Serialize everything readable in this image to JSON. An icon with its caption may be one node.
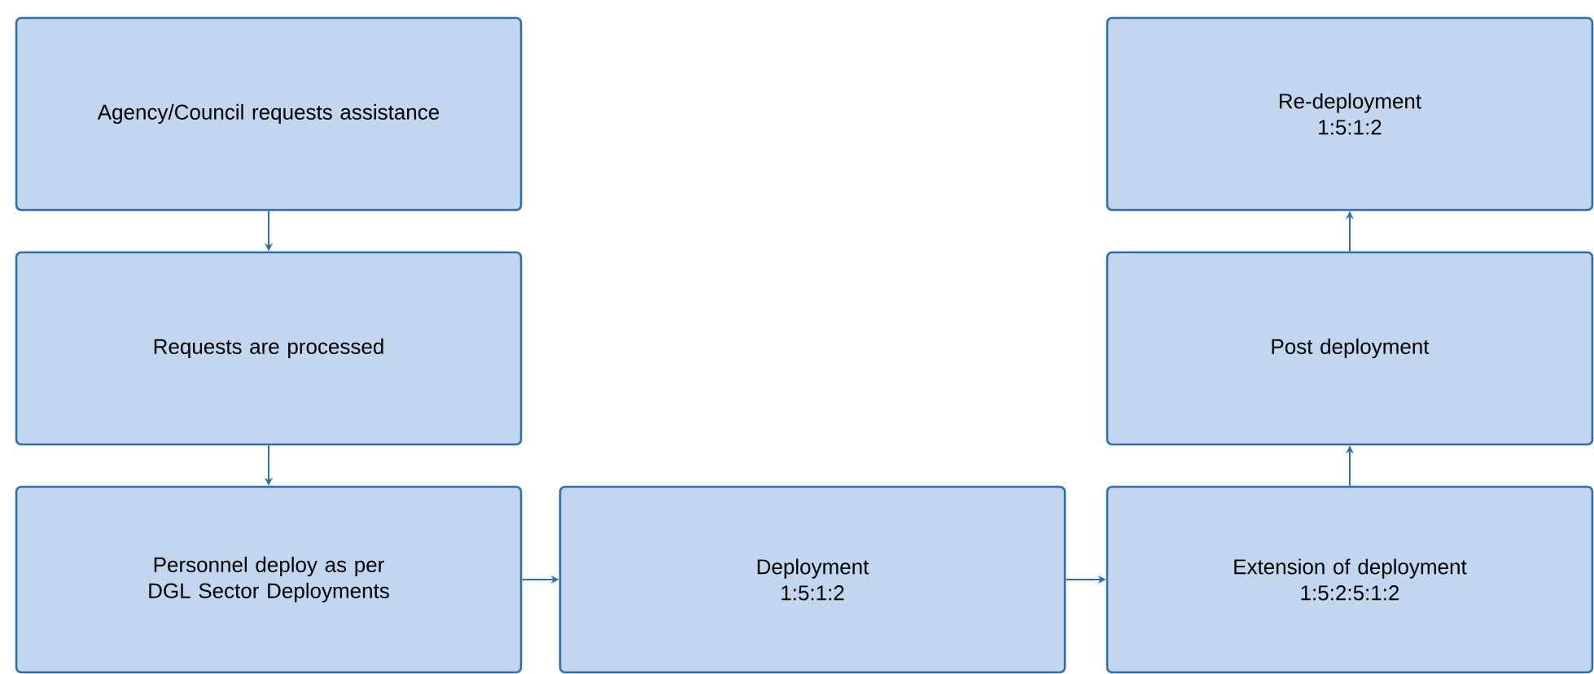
{
  "diagram": {
    "nodes": [
      {
        "text": [
          "Agency/Council requests assistance"
        ]
      },
      {
        "text": [
          "Requests are processed"
        ]
      },
      {
        "text": [
          "Personnel deploy as per DGL Sector Deployments"
        ]
      },
      {
        "text": [
          "Deployment",
          "1:5:1:2"
        ]
      },
      {
        "text": [
          "Extension of deployment",
          "1:5:2:5:1:2"
        ]
      },
      {
        "text": [
          "Post deployment"
        ]
      },
      {
        "text": [
          "Re-deployment",
          "1:5:1:2"
        ]
      }
    ],
    "edges": [
      {
        "from": 0,
        "to": 1,
        "arrow": "to"
      },
      {
        "from": 1,
        "to": 2,
        "arrow": "to"
      },
      {
        "from": 2,
        "to": 3,
        "arrow": "to"
      },
      {
        "from": 3,
        "to": 4,
        "arrow": "to"
      },
      {
        "from": 4,
        "to": 5,
        "arrow": "to"
      },
      {
        "from": 5,
        "to": 6,
        "arrow": "to"
      }
    ]
  }
}
